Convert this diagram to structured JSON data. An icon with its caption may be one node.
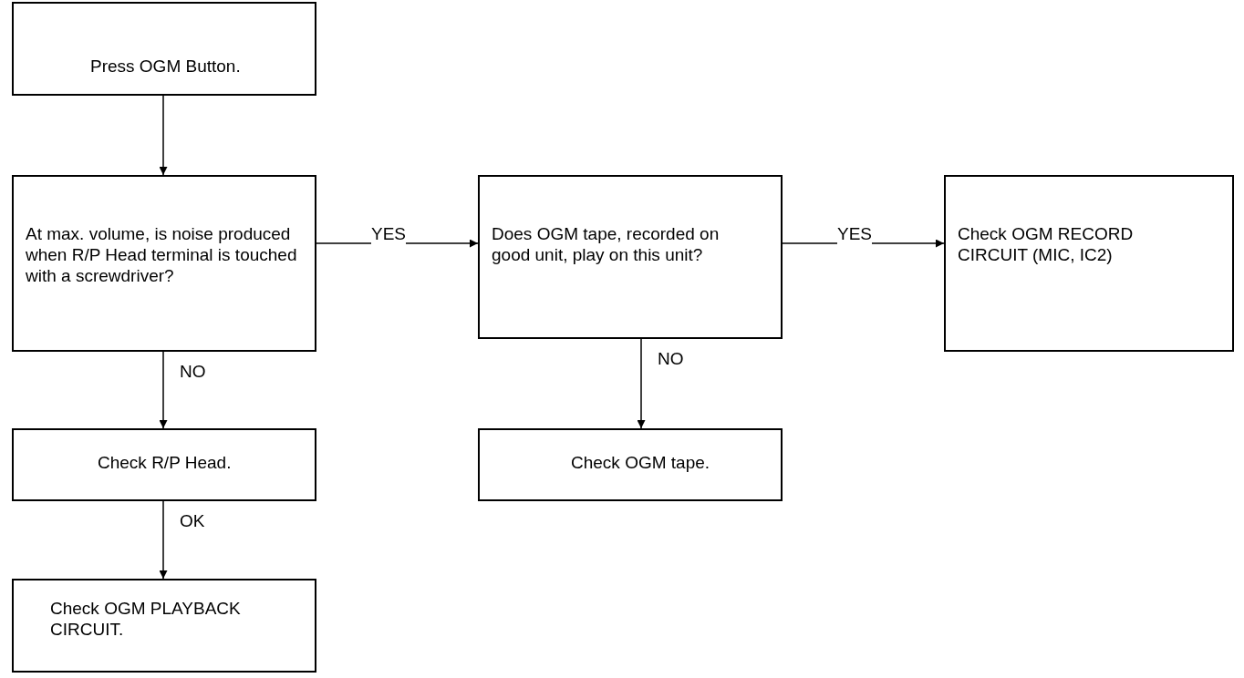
{
  "diagram": {
    "nodes": [
      {
        "text": [
          "Press OGM Button."
        ]
      },
      {
        "text": [
          "At max. volume, is noise produced when R/P Head terminal is touched with a screwdriver?"
        ]
      },
      {
        "text": [
          "Does OGM tape, recorded on good unit, play on this unit?"
        ]
      },
      {
        "text": [
          "Check OGM RECORD CIRCUIT (MIC, IC2)"
        ]
      },
      {
        "text": [
          "Check R/P Head."
        ]
      },
      {
        "text": [
          "Check  OGM tape."
        ]
      },
      {
        "text": [
          "Check OGM PLAYBACK CIRCUIT."
        ]
      }
    ],
    "edges": [
      {
        "from": 0,
        "to": 1,
        "arrow": "to"
      },
      {
        "from": 1,
        "to": 2,
        "arrow": "to",
        "label": "YES"
      },
      {
        "from": 2,
        "to": 3,
        "arrow": "to",
        "label": "YES"
      },
      {
        "from": 1,
        "to": 4,
        "arrow": "to",
        "label": "NO"
      },
      {
        "from": 2,
        "to": 5,
        "arrow": "to",
        "label": "NO"
      },
      {
        "from": 4,
        "to": 6,
        "arrow": "to",
        "label": "OK"
      }
    ]
  }
}
